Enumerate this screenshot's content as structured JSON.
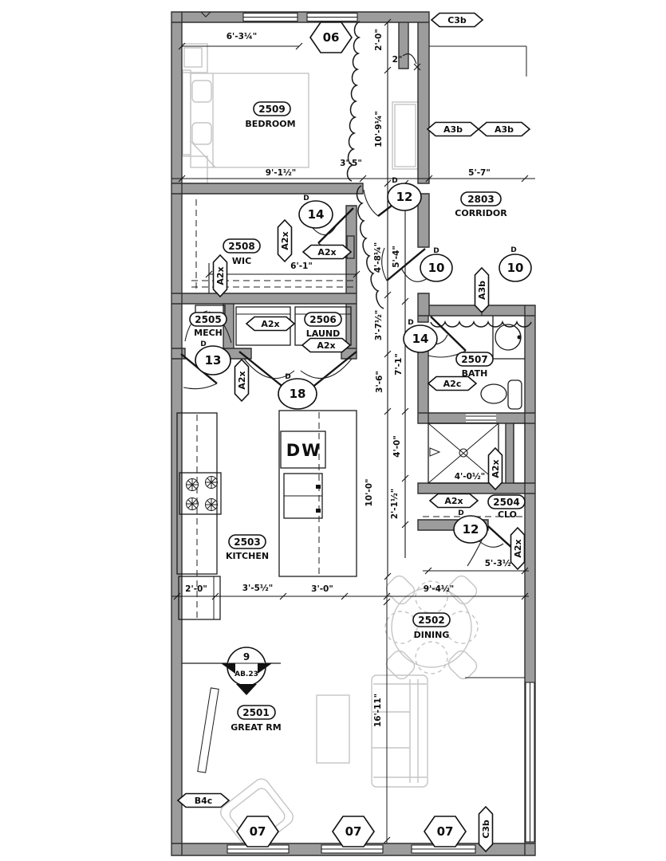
{
  "rooms": {
    "bedroom": {
      "number": "2509",
      "name": "BEDROOM"
    },
    "wic": {
      "number": "2508",
      "name": "WIC"
    },
    "mech": {
      "number": "2505",
      "name": "MECH"
    },
    "laundry": {
      "number": "2506",
      "name": "LAUND"
    },
    "kitchen": {
      "number": "2503",
      "name": "KITCHEN"
    },
    "bath": {
      "number": "2507",
      "name": "BATH"
    },
    "closet": {
      "number": "2504",
      "name": "CLO"
    },
    "dining": {
      "number": "2502",
      "name": "DINING"
    },
    "great_room": {
      "number": "2501",
      "name": "GREAT RM"
    },
    "corridor": {
      "number": "2803",
      "name": "CORRIDOR"
    }
  },
  "door_tags": {
    "prefix": "D",
    "d12_bedroom": "12",
    "d14_wic": "14",
    "d10_corridor_left": "10",
    "d10_corridor_right": "10",
    "d14_bath": "14",
    "d13_mech": "13",
    "d18_laundry": "18",
    "d12_closet": "12"
  },
  "window_tags": {
    "w06": "06",
    "w07_left": "07",
    "w07_center": "07",
    "w07_right": "07"
  },
  "wall_tags": {
    "c3b_top": "C3b",
    "a3b_left": "A3b",
    "a3b_right": "A3b",
    "a3b_corridor": "A3b",
    "a2x": "A2x",
    "a2c_bath": "A2c",
    "b4c_great_room": "B4c",
    "c3b_bottom": "C3b"
  },
  "dimensions": {
    "bedroom_window": "6'-3¼\"",
    "alcove_depth": "2'-0\"",
    "wall_offset": "2\"",
    "bedroom_length": "10'-9¼\"",
    "opening": "3'-5\"",
    "bedroom_width": "9'-1½\"",
    "corridor_width": "5'-7\"",
    "wic_width": "6'-1\"",
    "hall_seg_1": "4'-8¼\"",
    "hall_seg_2": "5'-4\"",
    "hall_seg_3": "3'-7½\"",
    "hall_seg_4": "7'-1\"",
    "hall_seg_5": "3'-6\"",
    "hall_seg_6": "4'-0\"",
    "hall_seg_7": "10'-0\"",
    "hall_seg_8": "2'-1½\"",
    "shower_width": "4'-0½\"",
    "closet_width": "5'-3½\"",
    "kitchen_seg_1": "2'-0\"",
    "kitchen_seg_2": "3'-5½\"",
    "kitchen_seg_3": "3'-0\"",
    "dining_width": "9'-4½\"",
    "great_room_length": "16'-11\""
  },
  "labels": {
    "dishwasher": "DW"
  },
  "section_marker": {
    "number": "9",
    "sheet": "AB.23"
  }
}
